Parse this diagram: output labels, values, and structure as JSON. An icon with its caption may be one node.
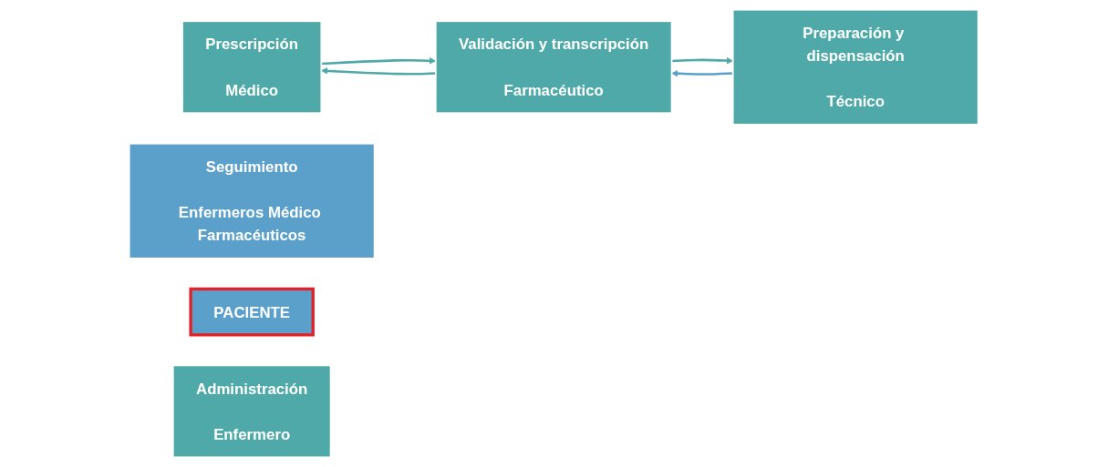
{
  "diagram": {
    "nodes": [
      {
        "text": [
          "Prescripción",
          "Médico"
        ]
      },
      {
        "text": [
          "Validación y transcripción",
          "Farmacéutico"
        ]
      },
      {
        "text": [
          "Preparación y dispensación",
          "Técnico"
        ]
      },
      {
        "text": [
          "Seguimiento",
          "Enfermeros Médico Farmacéuticos"
        ]
      },
      {
        "text": [
          "PACIENTE"
        ]
      },
      {
        "text": [
          "Administración",
          "Enfermero"
        ]
      }
    ],
    "edges": [
      {
        "from": 0,
        "to": 1,
        "arrow": "to"
      },
      {
        "from": 1,
        "to": 2,
        "arrow": "to"
      },
      {
        "from": 1,
        "to": 0,
        "arrow": "to"
      },
      {
        "from": 2,
        "to": 1,
        "arrow": "to",
        "color": "#5b9fcb"
      }
    ]
  }
}
